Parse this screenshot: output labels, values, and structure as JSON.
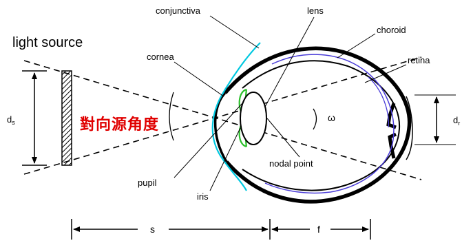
{
  "labels": {
    "light_source": "light source",
    "conjunctiva": "conjunctiva",
    "lens": "lens",
    "choroid": "choroid",
    "cornea": "cornea",
    "retina": "retina",
    "ds": "d",
    "ds_sub": "s",
    "dr": "d",
    "dr_sub": "r",
    "omega": "ω",
    "pupil": "pupil",
    "iris": "iris",
    "nodal_point": "nodal point",
    "s": "s",
    "f": "f",
    "chinese_caption": "對向源角度"
  },
  "colors": {
    "caption": "#e00000",
    "conjunctiva": "#00c8e0",
    "iris": "#2cc02c",
    "retina": "#4a3cd8",
    "outline": "#000000"
  }
}
